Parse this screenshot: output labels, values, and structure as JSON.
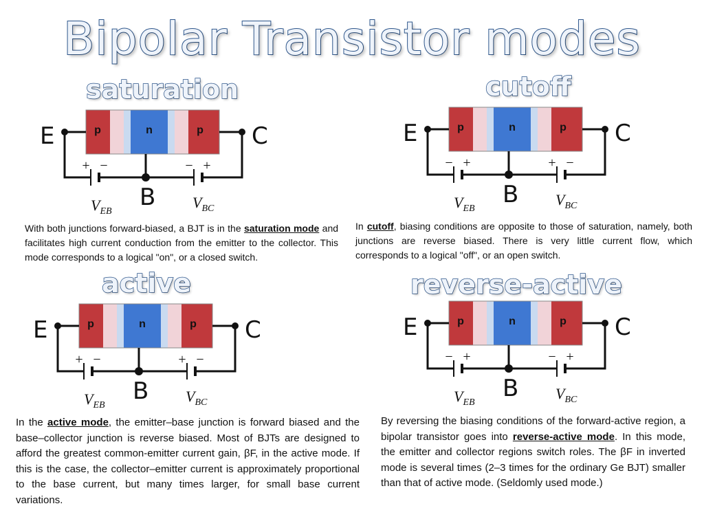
{
  "title": "Bipolar Transistor modes",
  "labels": {
    "emitter": "E",
    "collector": "C",
    "base": "B",
    "p": "p",
    "n": "n",
    "v_main": "V",
    "v_eb_sub": "EB",
    "v_bc_sub": "BC",
    "plus": "+",
    "minus": "−"
  },
  "colors": {
    "p_region": "#c0393c",
    "n_region": "#3f78d2",
    "depletion_pink": "#f1d3d8",
    "depletion_blue": "#c9daf0",
    "title_outline": "#2d568c"
  },
  "modes": {
    "saturation": {
      "name": "saturation",
      "left_polarity": [
        "+",
        "−"
      ],
      "right_polarity": [
        "−",
        "+"
      ],
      "desc_before": "With both junctions forward-biased, a BJT is in the ",
      "desc_bold": "saturation mode",
      "desc_after": " and facilitates high current conduction from the emitter to the collector. This mode corresponds to a logical \"on\", or a closed switch."
    },
    "cutoff": {
      "name": "cutoff",
      "left_polarity": [
        "−",
        "+"
      ],
      "right_polarity": [
        "+",
        "−"
      ],
      "desc_before": "In ",
      "desc_bold": "cutoff",
      "desc_after": ", biasing conditions are opposite to those of saturation, namely, both junctions are reverse biased. There is very little current flow, which corresponds to a logical \"off\", or an open switch."
    },
    "active": {
      "name": "active",
      "left_polarity": [
        "+",
        "−"
      ],
      "right_polarity": [
        "+",
        "−"
      ],
      "desc_before": "In the ",
      "desc_bold": "active mode",
      "desc_after": ", the emitter–base junction is forward biased and the base–collector junction is reverse biased. Most of BJTs are designed to afford the greatest common-emitter current gain, βF, in the active mode. If this is the case, the collector–emitter current is approximately proportional to the base current, but many times larger, for small base current variations."
    },
    "reverse_active": {
      "name": "reverse-active",
      "left_polarity": [
        "−",
        "+"
      ],
      "right_polarity": [
        "−",
        "+"
      ],
      "desc_before": "By reversing the biasing conditions of the forward-active region, a bipolar transistor goes into ",
      "desc_bold": "reverse-active mode",
      "desc_after": ". In this mode, the emitter and collector regions switch roles. The βF in inverted mode is several times (2–3 times for the ordinary Ge BJT) smaller than that of active mode. (Seldomly used mode.)"
    }
  }
}
